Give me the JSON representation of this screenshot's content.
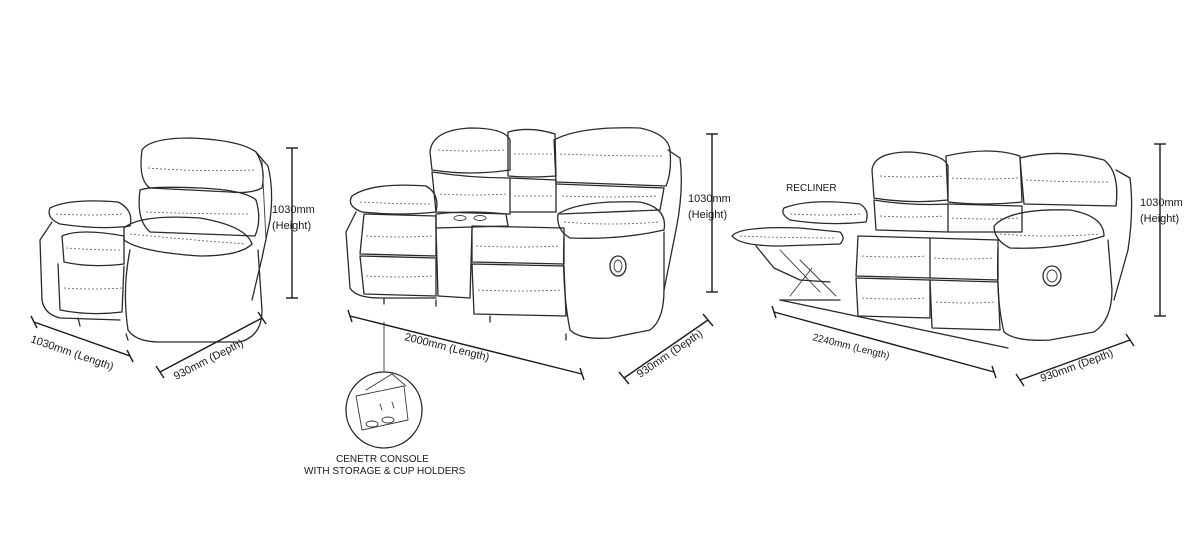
{
  "armchair": {
    "height_label": "1030mm",
    "height_sub": "(Height)",
    "length_label": "1030mm  (Length)",
    "depth_label": "930mm  (Depth)"
  },
  "loveseat": {
    "height_label": "1030mm",
    "height_sub": "(Height)",
    "length_label": "2000mm  (Length)",
    "depth_label": "930mm  (Depth)",
    "console_caption_line1": "CENETR CONSOLE",
    "console_caption_line2": "WITH STORAGE & CUP HOLDERS"
  },
  "sofa": {
    "recliner_label": "RECLINER",
    "height_label": "1030mm",
    "height_sub": "(Height)",
    "length_label": "2240mm  (Length)",
    "depth_label": "930mm  (Depth)"
  }
}
